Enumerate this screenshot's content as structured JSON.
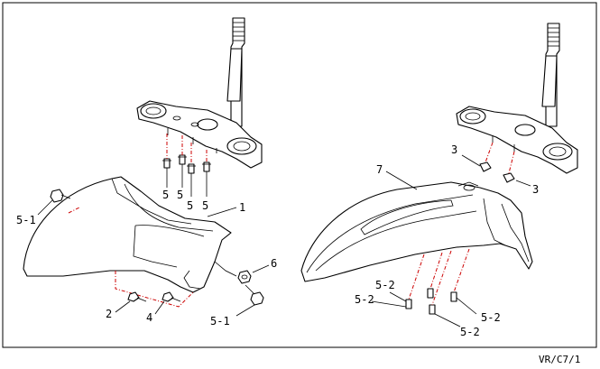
{
  "diagram": {
    "footer_ref": "VR/C7/1",
    "left_callouts": {
      "bolt_a": "5",
      "bolt_b": "5",
      "bolt_c": "5",
      "bolt_d": "5",
      "fender": "1",
      "bolt_left": "5-1",
      "bolt_right": "5-1",
      "bolt_lower": "2",
      "bolt_mid": "4",
      "nut": "6"
    },
    "right_callouts": {
      "fender": "7",
      "washer_left": "3",
      "washer_right": "3",
      "bolt_a": "5-2",
      "bolt_b": "5-2",
      "bolt_c": "5-2",
      "bolt_d": "5-2"
    }
  }
}
